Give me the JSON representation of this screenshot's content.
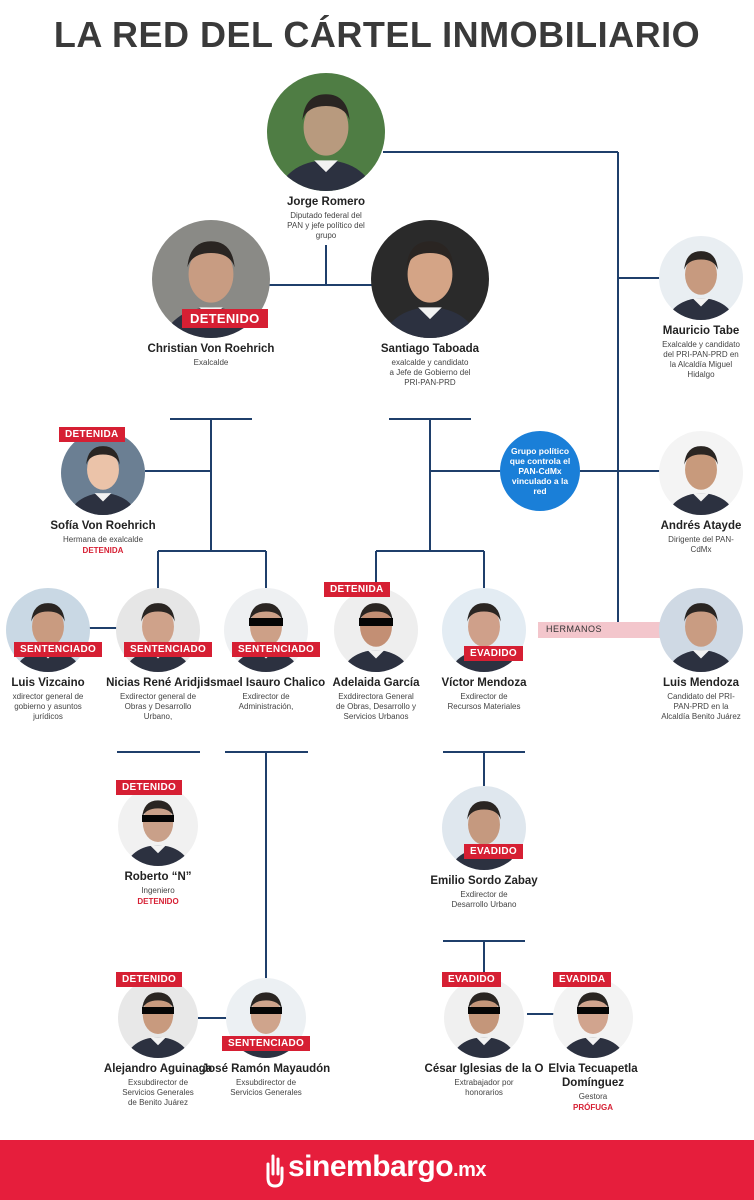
{
  "title": "LA RED DEL CÁRTEL INMOBILIARIO",
  "colors": {
    "accent": "#d61f33",
    "line": "#1f3f6b",
    "group": "#1a7fd8",
    "brothers": "#f3c6cc",
    "footer": "#e61e3c"
  },
  "group_label": "Grupo político que controla el PAN-CdMx vinculado a la red",
  "brothers_label": "HERMANOS",
  "footer": {
    "brand": "sinembargo",
    "tld": ".mx",
    "icon": "hand-logo-icon"
  },
  "people": {
    "jorge_romero": {
      "name": "Jorge Romero",
      "desc": "Diputado federal del PAN y jefe político del grupo",
      "badge": "",
      "status": ""
    },
    "christian_von": {
      "name": "Christian Von Roehrich",
      "desc": "Exalcalde",
      "badge": "DETENIDO",
      "status": ""
    },
    "santiago_taboada": {
      "name": "Santiago Taboada",
      "desc": "exalcalde y candidato a Jefe de Gobierno del PRI-PAN-PRD",
      "badge": "",
      "status": ""
    },
    "mauricio_tabe": {
      "name": "Mauricio Tabe",
      "desc": "Exalcalde y candidato del PRI-PAN-PRD en la Alcaldía Miguel Hidalgo",
      "badge": "",
      "status": ""
    },
    "sofia_von": {
      "name": "Sofía Von Roehrich",
      "desc": "Hermana de exalcalde",
      "badge": "DETENIDA",
      "status": "DETENIDA"
    },
    "andres_atayde": {
      "name": "Andrés Atayde",
      "desc": "Dirigente del PAN-CdMx",
      "badge": "",
      "status": ""
    },
    "luis_vizcaino": {
      "name": "Luis Vizcaino",
      "desc": "xdirector general de gobierno y asuntos jurídicos",
      "badge": "SENTENCIADO",
      "status": ""
    },
    "nicias_rene": {
      "name": "Nicias René Aridjis",
      "desc": "Exdirector general de Obras y Desarrollo Urbano,",
      "badge": "SENTENCIADO",
      "status": ""
    },
    "ismael_isauro": {
      "name": "Ismael Isauro Chalico",
      "desc": "Exdirector de Administración,",
      "badge": "SENTENCIADO",
      "status": ""
    },
    "adelaida_garcia": {
      "name": "Adelaida García",
      "desc": "Exddirectora General de Obras, Desarrollo y Servicios Urbanos",
      "badge": "DETENIDA",
      "status": ""
    },
    "victor_mendoza": {
      "name": "Víctor Mendoza",
      "desc": "Exdirector de Recursos Materiales",
      "badge": "EVADIDO",
      "status": ""
    },
    "luis_mendoza": {
      "name": "Luis Mendoza",
      "desc": "Candidato del PRI-PAN-PRD en la Alcaldía Benito Juárez",
      "badge": "",
      "status": ""
    },
    "roberto_n": {
      "name": "Roberto “N”",
      "desc": "Ingeniero",
      "badge": "DETENIDO",
      "status": "DETENIDO"
    },
    "emilio_sordo": {
      "name": "Emilio Sordo Zabay",
      "desc": "Exdirector de Desarrollo Urbano",
      "badge": "EVADIDO",
      "status": ""
    },
    "alejandro_aguinaga": {
      "name": "Alejandro Aguinaga",
      "desc": "Exsubdirector de Servicios Generales de Benito Juárez",
      "badge": "DETENIDO",
      "status": ""
    },
    "jose_ramon": {
      "name": "José Ramón Mayaudón",
      "desc": "Exsubdirector de Servicios Generales",
      "badge": "SENTENCIADO",
      "status": ""
    },
    "cesar_iglesias": {
      "name": "César Iglesias de la O",
      "desc": "Extrabajador por honorarios",
      "badge": "EVADIDO",
      "status": ""
    },
    "elvia_tecuapetla": {
      "name": "Elvia Tecuapetla Domínguez",
      "desc": "Gestora",
      "badge": "EVADIDA",
      "status": "PRÓFUGA"
    }
  }
}
